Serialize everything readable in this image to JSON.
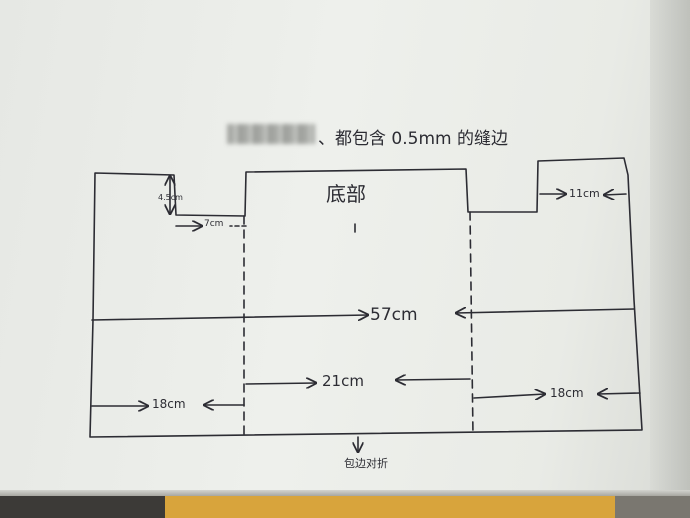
{
  "note": {
    "header": "、都包含 0.5mm 的缝边",
    "bottom_label": "底部",
    "dim_total_width": "57cm",
    "dim_middle_width": "21cm",
    "dim_left_width": "18cm",
    "dim_right_width": "18cm",
    "dim_notch_width": "7cm",
    "dim_notch_depth": "4.5cm",
    "dim_right_notch": "11cm",
    "hem_label": "包边对折"
  },
  "colors": {
    "ink": "#2c2c33",
    "paper": "#eceee9"
  }
}
